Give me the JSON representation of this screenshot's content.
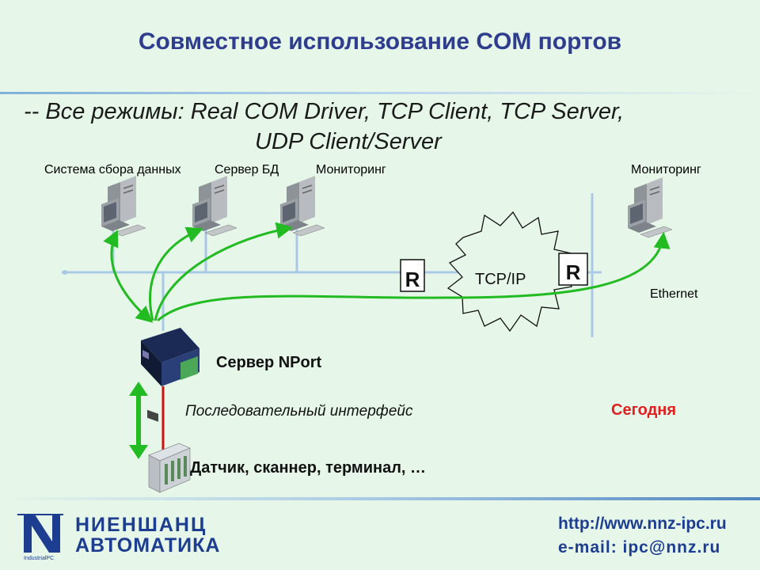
{
  "header": {
    "title": "Совместное использование COM портов",
    "subtitle_line1": "-- Все режимы: Real COM Driver, TCP Client, TCP Server,",
    "subtitle_line2": "UDP Client/Server"
  },
  "diagram": {
    "computers": [
      {
        "label": "Система сбора данных"
      },
      {
        "label": "Сервер БД"
      },
      {
        "label": "Мониторинг"
      },
      {
        "label": "Мониторинг"
      }
    ],
    "router_label": "R",
    "cloud_label": "TCP/IP",
    "network_label": "Ethernet",
    "device_label": "Сервер NPort",
    "serial_label": "Последовательный интерфейс",
    "status_label": "Сегодня",
    "status_color": "#e02020",
    "endpoint_label": "Датчик, сканнер, терминал, …",
    "link_color": "#22bb22",
    "serial_line_color": "#cc1111"
  },
  "footer": {
    "company_name": "НИЕНШАНЦ",
    "company_sub": "АВТОМАТИКА",
    "logo_mark": "N",
    "logo_small": "IndustrialPC",
    "url": "http://www.nnz-ipc.ru",
    "email": "e-mail: ipc@nnz.ru",
    "brand_color": "#1d3d91"
  }
}
